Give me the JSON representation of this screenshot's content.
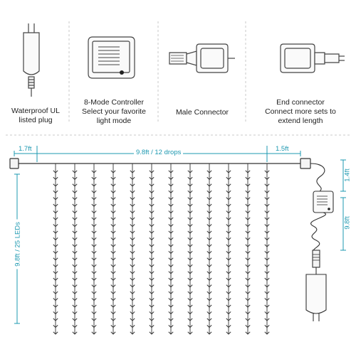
{
  "products": [
    {
      "id": "plug",
      "caption_lines": [
        "Waterproof UL",
        "listed plug"
      ]
    },
    {
      "id": "controller",
      "caption_lines": [
        "8-Mode Controller",
        "Select your favorite",
        "light mode"
      ]
    },
    {
      "id": "male_connector",
      "caption_lines": [
        "Male Connector"
      ]
    },
    {
      "id": "end_connector",
      "caption_lines": [
        "End connector",
        "Connect more sets to",
        "extend length"
      ]
    }
  ],
  "dimensions": {
    "left_lead": "1.7ft",
    "width": "9.8ft / 12 drops",
    "right_lead": "1.5ft",
    "height": "9.8ft / 25 LEDs",
    "controller_lead": "1.4ft",
    "plug_cable": "9.8ft"
  },
  "curtain": {
    "drops": 12,
    "leds_per_drop": 25
  },
  "colors": {
    "accent": "#1c98b0",
    "line": "#333333",
    "divider": "#c8c8c8"
  }
}
